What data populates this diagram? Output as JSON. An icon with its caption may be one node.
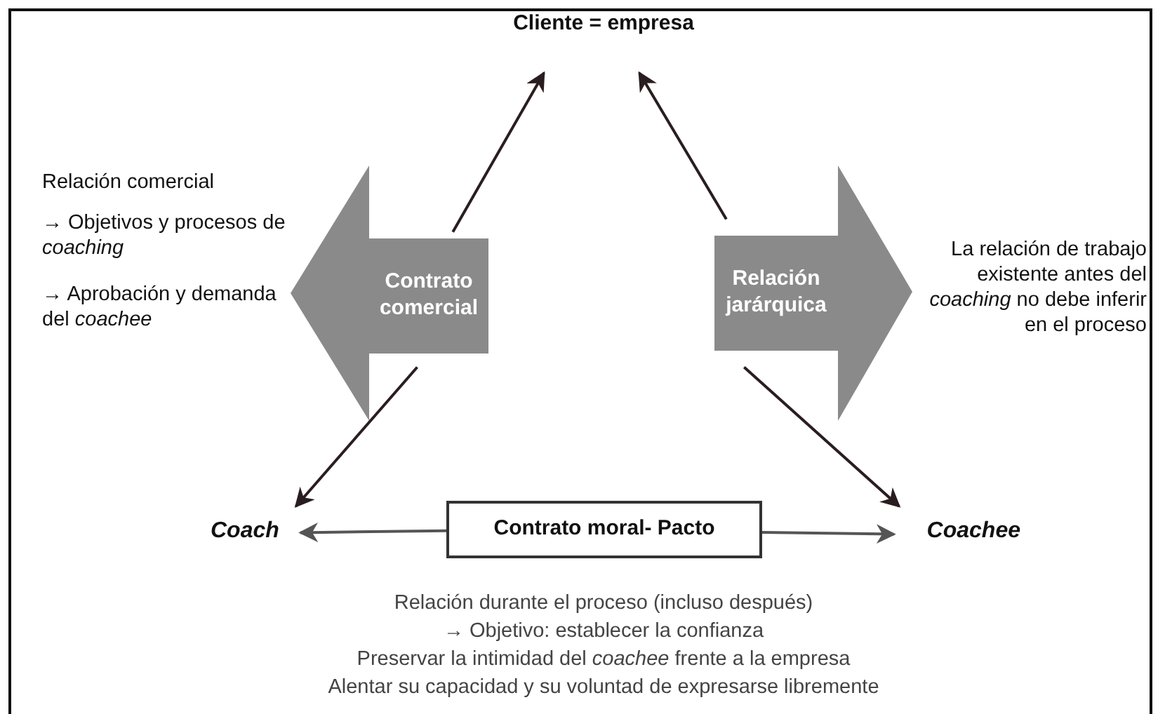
{
  "diagram": {
    "nodes": [
      {
        "text": [
          "Cliente = empresa"
        ]
      },
      {
        "text": [
          "Contrato comercial"
        ],
        "beside": [
          "Relación comercial",
          "→ Objetivos y procesos de *coaching*",
          "→ Aprobación y demanda del *coachee*"
        ]
      },
      {
        "text": [
          "Relación jarárquica"
        ],
        "beside": [
          "La relación de trabajo existente antes del *coaching* no debe inferir en el proceso"
        ]
      },
      {
        "text": [
          "Coach"
        ]
      },
      {
        "text": [
          "Contrato moral- Pacto"
        ]
      },
      {
        "text": [
          "Coachee"
        ]
      }
    ],
    "edges": [
      {
        "from": 1,
        "to": 0,
        "arrow": "to"
      },
      {
        "from": 1,
        "to": 3,
        "arrow": "to"
      },
      {
        "from": 2,
        "to": 0,
        "arrow": "to"
      },
      {
        "from": 2,
        "to": 5,
        "arrow": "to"
      },
      {
        "from": 4,
        "to": 3,
        "arrow": "to",
        "color": "#555555"
      },
      {
        "from": 4,
        "to": 5,
        "arrow": "to",
        "color": "#555555"
      }
    ],
    "labels": [
      "Relación durante el proceso (incluso después)",
      "→ Objetivo: establecer la confianza",
      "Preservar la intimidad del *coachee* frente a la empresa",
      "Alentar su capacidad y su voluntad de expresarse libremente"
    ]
  }
}
